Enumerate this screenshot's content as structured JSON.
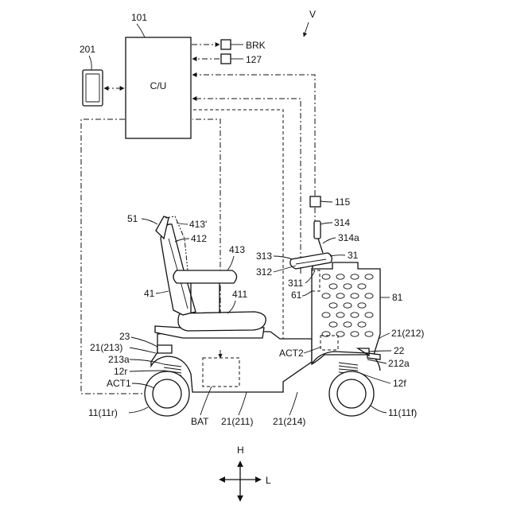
{
  "labels": {
    "l101": "101",
    "l201": "201",
    "cu": "C/U",
    "brk": "BRK",
    "l127": "127",
    "v": "V",
    "l115": "115",
    "l314": "314",
    "l314a": "314a",
    "l313": "313",
    "l31": "31",
    "l312": "312",
    "l311": "311",
    "l61": "61",
    "l81": "81",
    "l51": "51",
    "l413p": "413'",
    "l412": "412",
    "l413": "413",
    "l41": "41",
    "l411": "411",
    "l23": "23",
    "l21_213": "21(213)",
    "l213a": "213a",
    "l12r": "12r",
    "act1": "ACT1",
    "l11_11r": "11(11r)",
    "bat": "BAT",
    "l21_211": "21(211)",
    "l21_214": "21(214)",
    "l11_11f": "11(11f)",
    "l12f": "12f",
    "l212a": "212a",
    "l22": "22",
    "l21_212": "21(212)",
    "act2": "ACT2",
    "h": "H",
    "l": "L"
  }
}
